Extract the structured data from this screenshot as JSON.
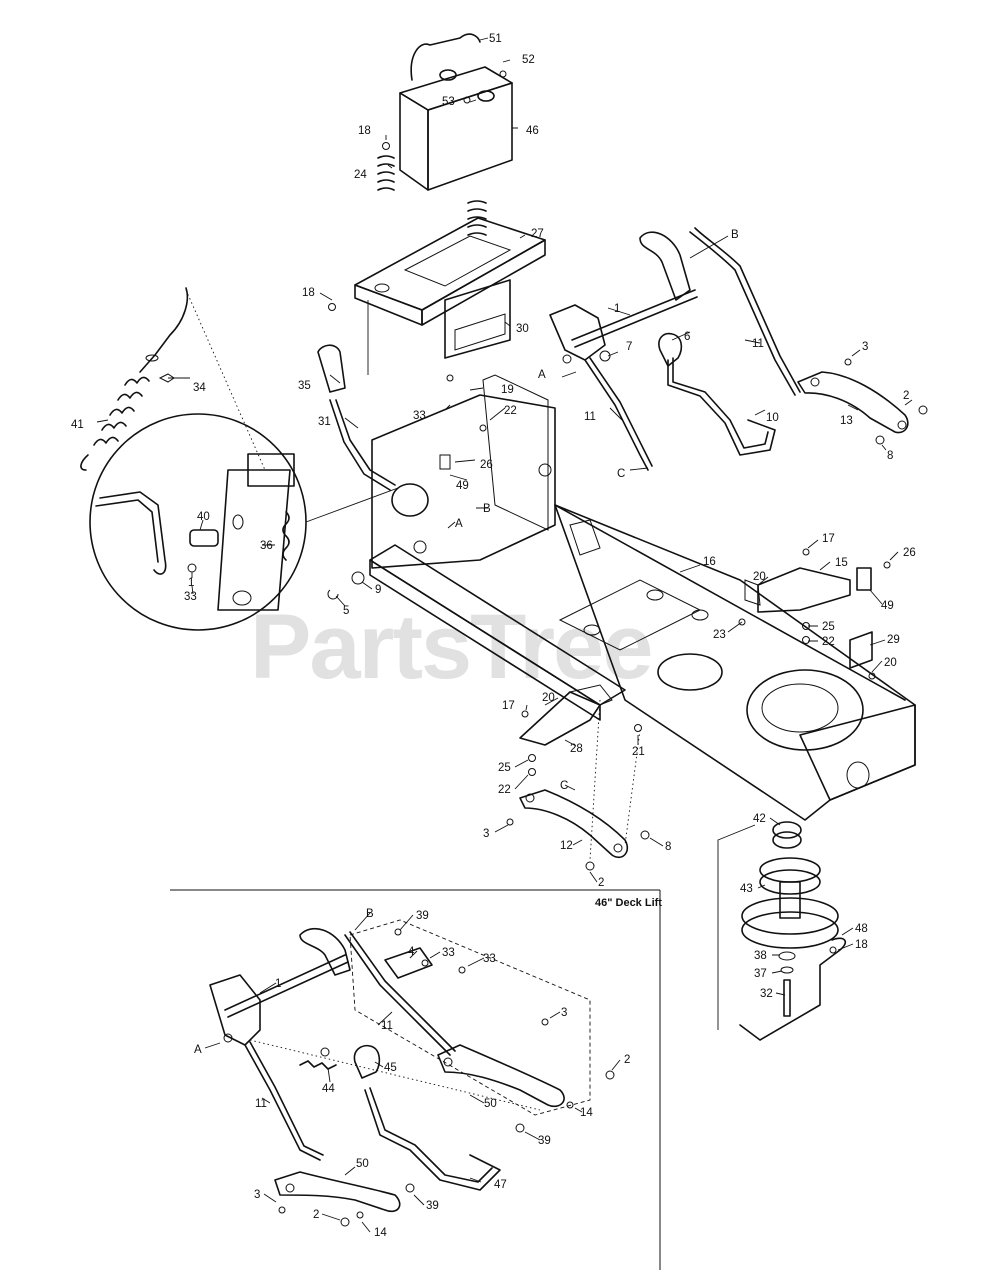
{
  "watermark": "PartsTree",
  "inset_title": "46\" Deck Lift",
  "callouts": [
    {
      "id": "c51",
      "text": "51"
    },
    {
      "id": "c52",
      "text": "52"
    },
    {
      "id": "c53",
      "text": "53"
    },
    {
      "id": "c46",
      "text": "46"
    },
    {
      "id": "c18a",
      "text": "18"
    },
    {
      "id": "c24",
      "text": "24"
    },
    {
      "id": "c27",
      "text": "27"
    },
    {
      "id": "c18b",
      "text": "18"
    },
    {
      "id": "c30",
      "text": "30"
    },
    {
      "id": "cB1",
      "text": "B"
    },
    {
      "id": "c1a",
      "text": "1"
    },
    {
      "id": "c6",
      "text": "6"
    },
    {
      "id": "c7",
      "text": "7"
    },
    {
      "id": "cA1",
      "text": "A"
    },
    {
      "id": "c11a",
      "text": "11"
    },
    {
      "id": "c11b",
      "text": "11"
    },
    {
      "id": "c3a",
      "text": "3"
    },
    {
      "id": "c2a",
      "text": "2"
    },
    {
      "id": "c13",
      "text": "13"
    },
    {
      "id": "c8a",
      "text": "8"
    },
    {
      "id": "c10",
      "text": "10"
    },
    {
      "id": "cC1",
      "text": "C"
    },
    {
      "id": "c34",
      "text": "34"
    },
    {
      "id": "c35",
      "text": "35"
    },
    {
      "id": "c19",
      "text": "19"
    },
    {
      "id": "c33a",
      "text": "33"
    },
    {
      "id": "c22a",
      "text": "22"
    },
    {
      "id": "c31",
      "text": "31"
    },
    {
      "id": "c26a",
      "text": "26"
    },
    {
      "id": "c41",
      "text": "41"
    },
    {
      "id": "c49a",
      "text": "49"
    },
    {
      "id": "cB2",
      "text": "B"
    },
    {
      "id": "cA2",
      "text": "A"
    },
    {
      "id": "c40",
      "text": "40"
    },
    {
      "id": "c36",
      "text": "36"
    },
    {
      "id": "c1b",
      "text": "1"
    },
    {
      "id": "c33b",
      "text": "33"
    },
    {
      "id": "c5",
      "text": "5"
    },
    {
      "id": "c9",
      "text": "9"
    },
    {
      "id": "c16",
      "text": "16"
    },
    {
      "id": "c17a",
      "text": "17"
    },
    {
      "id": "c15",
      "text": "15"
    },
    {
      "id": "c26b",
      "text": "26"
    },
    {
      "id": "c20a",
      "text": "20"
    },
    {
      "id": "c49b",
      "text": "49"
    },
    {
      "id": "c23",
      "text": "23"
    },
    {
      "id": "c25a",
      "text": "25"
    },
    {
      "id": "c22b",
      "text": "22"
    },
    {
      "id": "c29",
      "text": "29"
    },
    {
      "id": "c20b",
      "text": "20"
    },
    {
      "id": "c17b",
      "text": "17"
    },
    {
      "id": "c20c",
      "text": "20"
    },
    {
      "id": "c28",
      "text": "28"
    },
    {
      "id": "c21",
      "text": "21"
    },
    {
      "id": "c25b",
      "text": "25"
    },
    {
      "id": "c22c",
      "text": "22"
    },
    {
      "id": "cC2",
      "text": "C"
    },
    {
      "id": "c3b",
      "text": "3"
    },
    {
      "id": "c12",
      "text": "12"
    },
    {
      "id": "c8b",
      "text": "8"
    },
    {
      "id": "c2b",
      "text": "2"
    },
    {
      "id": "c42",
      "text": "42"
    },
    {
      "id": "c43",
      "text": "43"
    },
    {
      "id": "c48",
      "text": "48"
    },
    {
      "id": "c18c",
      "text": "18"
    },
    {
      "id": "c38",
      "text": "38"
    },
    {
      "id": "c37",
      "text": "37"
    },
    {
      "id": "c32",
      "text": "32"
    },
    {
      "id": "cB3",
      "text": "B"
    },
    {
      "id": "c39a",
      "text": "39"
    },
    {
      "id": "c4",
      "text": "4"
    },
    {
      "id": "c33c",
      "text": "33"
    },
    {
      "id": "c33d",
      "text": "33"
    },
    {
      "id": "c1c",
      "text": "1"
    },
    {
      "id": "c3c",
      "text": "3"
    },
    {
      "id": "cA3",
      "text": "A"
    },
    {
      "id": "c44",
      "text": "44"
    },
    {
      "id": "c45",
      "text": "45"
    },
    {
      "id": "c11c",
      "text": "11"
    },
    {
      "id": "c11d",
      "text": "11"
    },
    {
      "id": "c2c",
      "text": "2"
    },
    {
      "id": "c50a",
      "text": "50"
    },
    {
      "id": "c14a",
      "text": "14"
    },
    {
      "id": "c39b",
      "text": "39"
    },
    {
      "id": "c47",
      "text": "47"
    },
    {
      "id": "c50b",
      "text": "50"
    },
    {
      "id": "c3d",
      "text": "3"
    },
    {
      "id": "c39c",
      "text": "39"
    },
    {
      "id": "c2d",
      "text": "2"
    },
    {
      "id": "c14b",
      "text": "14"
    }
  ]
}
